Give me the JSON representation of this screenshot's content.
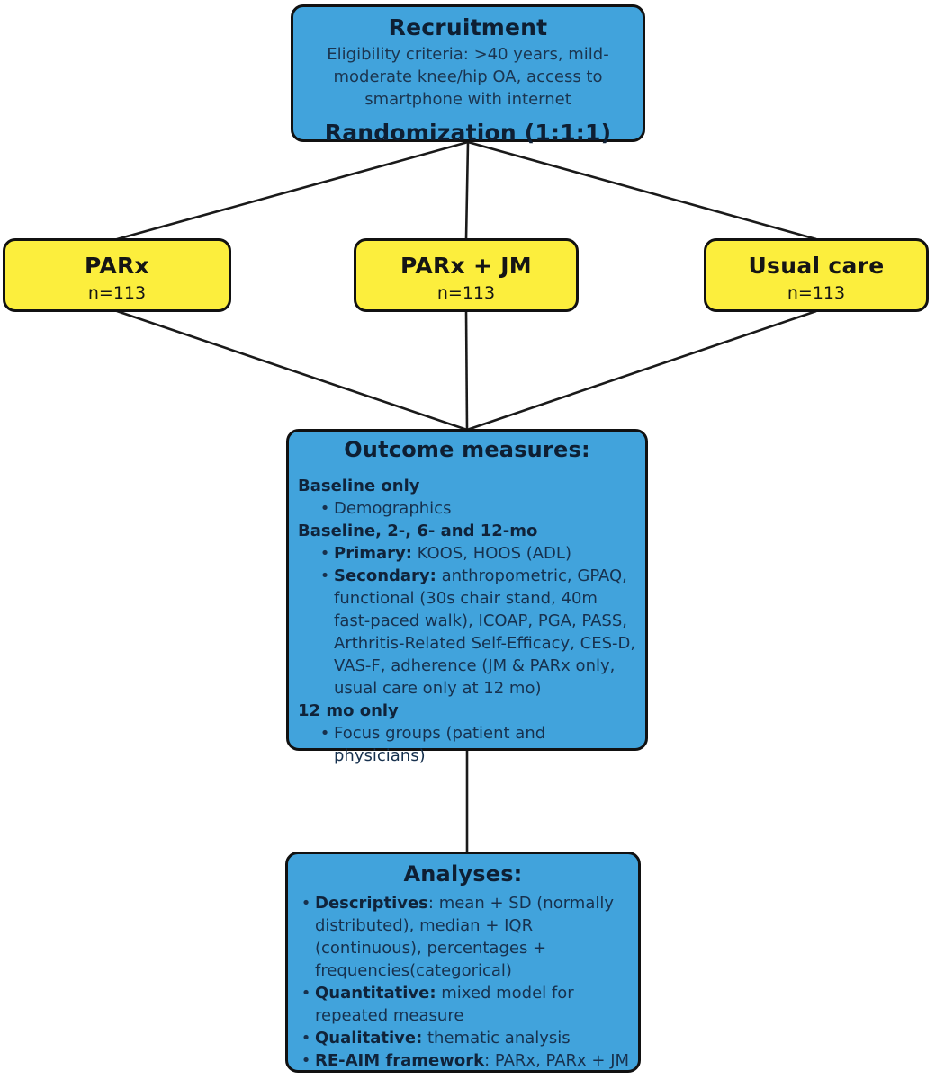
{
  "recruitment": {
    "title": "Recruitment",
    "body": "Eligibility criteria: >40 years, mild-moderate knee/hip OA, access to smartphone with internet",
    "footer": "Randomization (1:1:1)"
  },
  "arms": [
    {
      "label": "PARx",
      "n": "n=113"
    },
    {
      "label": "PARx + JM",
      "n": "n=113"
    },
    {
      "label": "Usual care",
      "n": "n=113"
    }
  ],
  "outcome": {
    "title": "Outcome measures:",
    "lines": [
      {
        "type": "heading",
        "segments": [
          {
            "t": "Baseline only",
            "b": true
          }
        ]
      },
      {
        "type": "bullet",
        "segments": [
          {
            "t": "Demographics",
            "b": false
          }
        ]
      },
      {
        "type": "heading",
        "segments": [
          {
            "t": "Baseline, 2-, 6- and 12-mo",
            "b": true
          }
        ]
      },
      {
        "type": "bullet",
        "segments": [
          {
            "t": "Primary:",
            "b": true
          },
          {
            "t": " KOOS, HOOS (ADL)",
            "b": false
          }
        ]
      },
      {
        "type": "bullet",
        "segments": [
          {
            "t": "Secondary:",
            "b": true
          },
          {
            "t": " anthropometric, GPAQ, functional (30s chair stand, 40m fast-paced walk), ICOAP, PGA, PASS, Arthritis-Related Self-Efficacy, CES-D, VAS-F, adherence (JM & PARx only, usual care only at 12 mo)",
            "b": false
          }
        ]
      },
      {
        "type": "heading",
        "segments": [
          {
            "t": "12 mo only",
            "b": true
          }
        ]
      },
      {
        "type": "bullet",
        "segments": [
          {
            "t": "Focus groups (patient and physicians)",
            "b": false
          }
        ]
      }
    ]
  },
  "analyses": {
    "title": "Analyses:",
    "lines": [
      {
        "type": "bullet",
        "segments": [
          {
            "t": "Descriptives",
            "b": true
          },
          {
            "t": ": mean + SD (normally distributed), median + IQR (continuous), percentages + frequencies(categorical)",
            "b": false
          }
        ]
      },
      {
        "type": "bullet",
        "segments": [
          {
            "t": "Quantitative:",
            "b": true
          },
          {
            "t": " mixed model for repeated measure",
            "b": false
          }
        ]
      },
      {
        "type": "bullet",
        "segments": [
          {
            "t": "Qualitative:",
            "b": true
          },
          {
            "t": " thematic analysis",
            "b": false
          }
        ]
      },
      {
        "type": "bullet",
        "segments": [
          {
            "t": "RE-AIM framework",
            "b": true
          },
          {
            "t": ": PARx, PARx + JM",
            "b": false
          }
        ]
      }
    ]
  },
  "colors": {
    "box_blue": "#41a3dc",
    "box_yellow": "#fcee3d",
    "border": "#111111",
    "text_dark": "#16304d",
    "line": "#1a1a1a"
  }
}
